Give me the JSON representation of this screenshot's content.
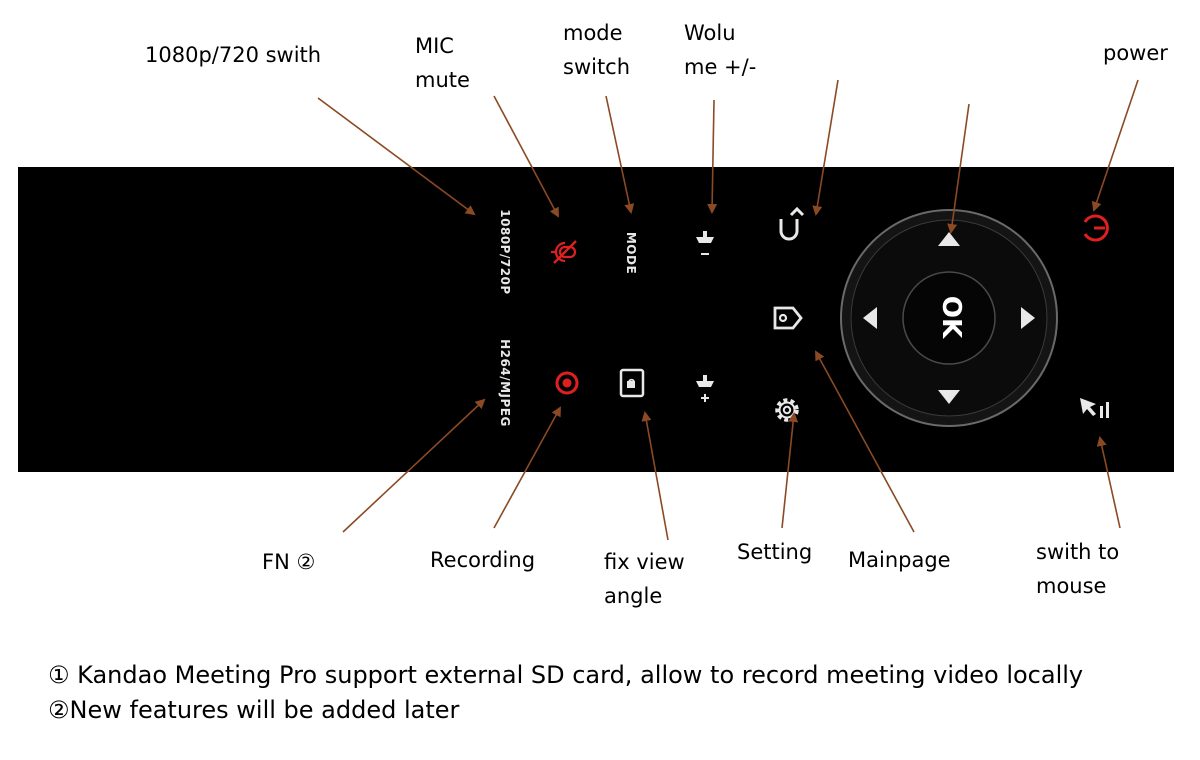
{
  "callouts": {
    "res_switch": "1080p/720 swith",
    "mic_mute": "MIC\nmute",
    "mode_switch": "mode\nswitch",
    "volume": "Wolu\nme +/-",
    "power": "power",
    "fn": "FN ②",
    "recording": "Recording",
    "fix_view": "fix view\nangle",
    "setting": "Setting",
    "mainpage": "Mainpage",
    "mouse": "swith to\nmouse"
  },
  "remote": {
    "res_label": "1080P/720P",
    "codec_label": "H264/MJPEG",
    "mode_label": "MODE",
    "ok_label": "OK"
  },
  "colors": {
    "arrow": "#8b4a24",
    "accent_red": "#e02020",
    "body": "#000000",
    "icon": "#e8e8e8"
  },
  "footnotes": [
    "① Kandao Meeting Pro support external SD card, allow to record meeting video locally",
    "②New features will be added later"
  ]
}
